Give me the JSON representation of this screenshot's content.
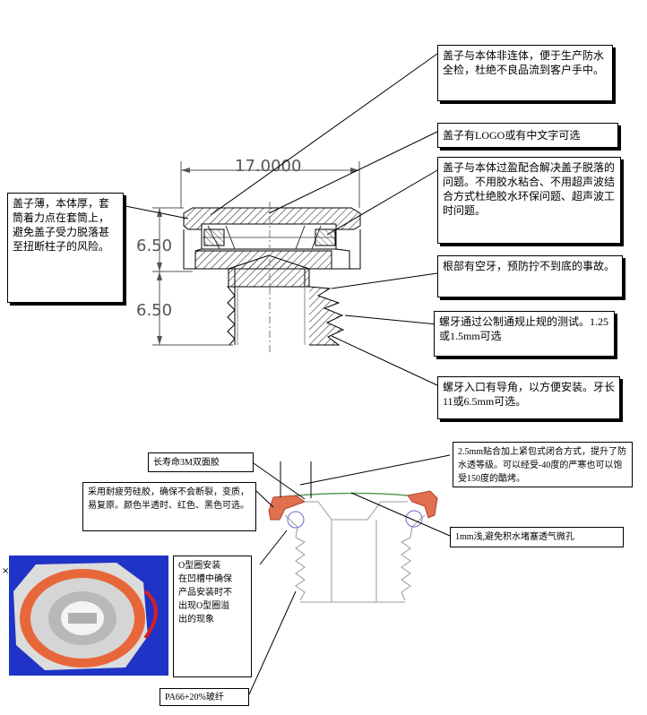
{
  "colors": {
    "seal_orange": "#e07050",
    "render_bg": "#1f33c6",
    "groove_orange": "#e8673a",
    "accent_red": "#d02020"
  },
  "dimensions": {
    "width": "17.0000",
    "height_cap": "6.50",
    "height_thread": "6.50"
  },
  "callouts": {
    "separate_cap": "盖子与本体非连体，便于生产防水全检，杜绝不良品流到客户手中。",
    "logo": "盖子有LOGO或有中文字可选",
    "interference": "盖子与本体过盈配合解决盖子脱落的问题。不用胶水粘合、不用超声波结合方式杜绝胶水环保问题、超声波工时问题。",
    "thin_cap": "盖子薄，本体厚，套筒着力点在套筒上，避免盖子受力脱落甚至扭断柱子的风险。",
    "hollow_root": "根部有空牙，预防拧不到底的事故。",
    "thread_gauge": "螺牙通过公制通规止规的测试。1.25或1.5mm可选",
    "lead_in": "螺牙入口有导角，以方便安装。牙长11或6.5mm可选。",
    "tape": "长寿命3M双面胶",
    "silicone": "采用耐疲劳硅胶，确保不会断裂，变质，易复原。颜色半透时、红色、黑色可选。",
    "membrane": "2.5mm贴合加上紧包式闭合方式，提升了防水透等级。可以经受-40度的严寒也可以饱受150度的酷烤。",
    "vent_hole": "1mm浅,避免积水堵塞透气微孔",
    "oring": "O型圈安装\n在凹槽中确保\n产品安装时不\n出现O型圈溢\n出的现象",
    "material": "PA66+20%玻纤",
    "x_mark": "×"
  }
}
